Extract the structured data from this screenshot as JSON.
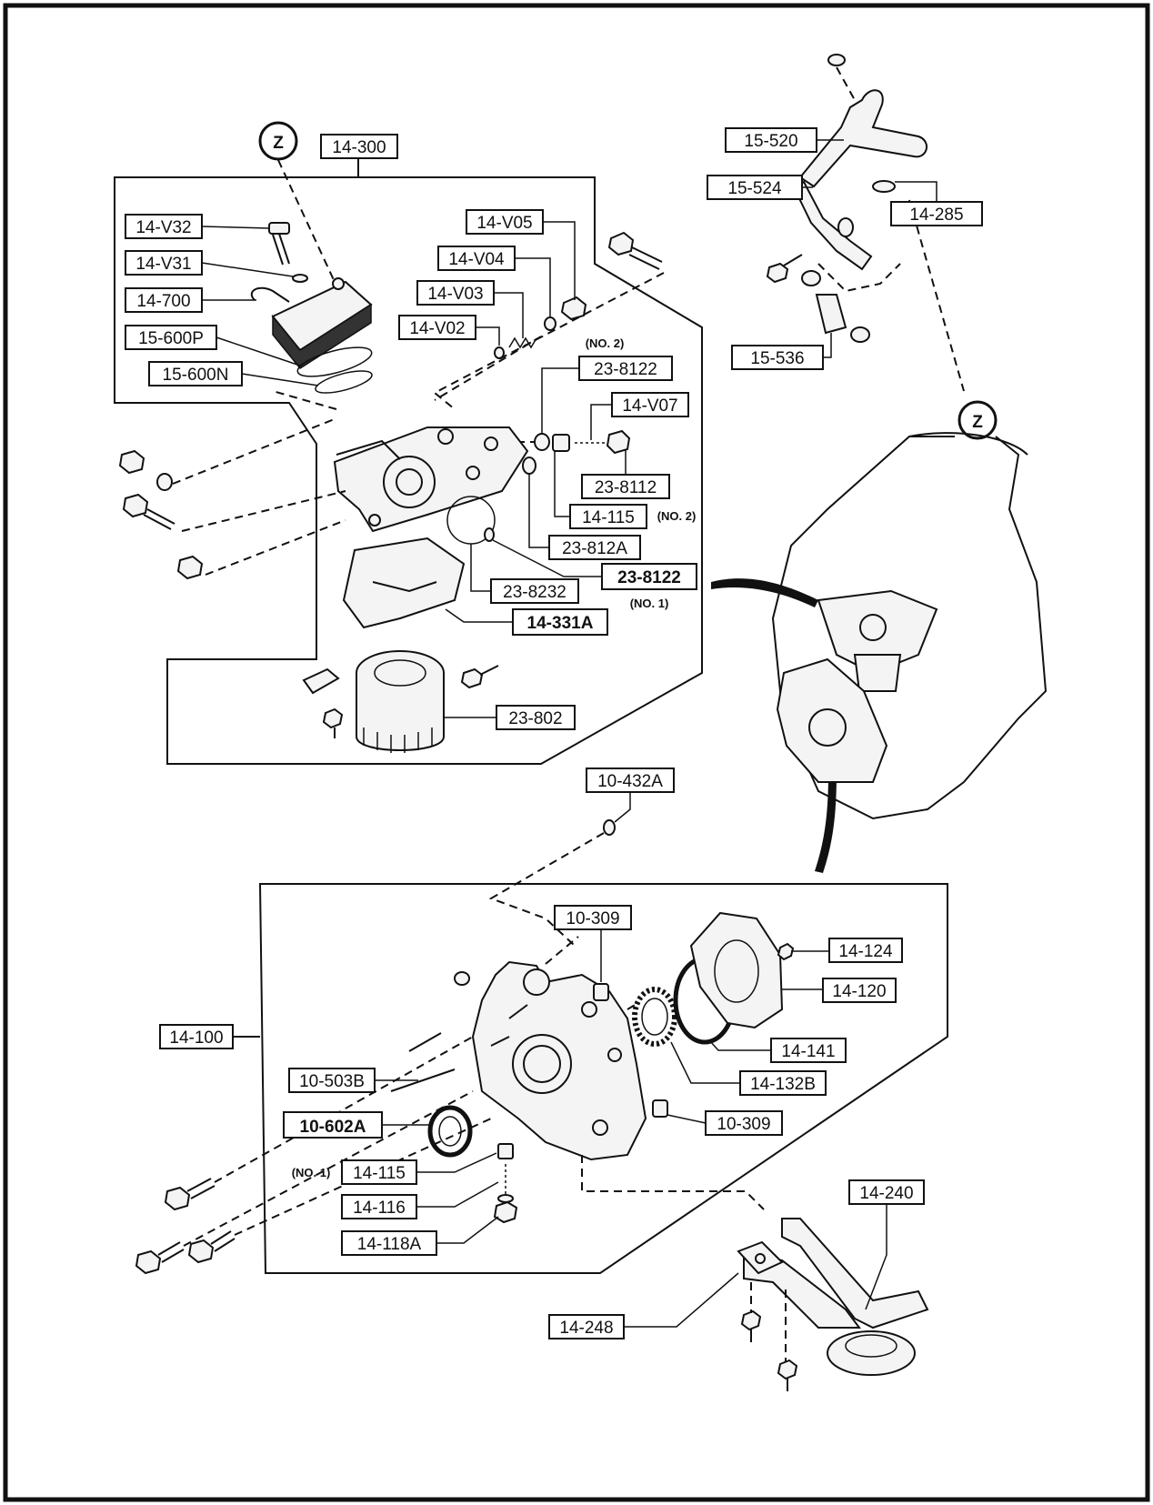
{
  "marker": "Z",
  "labels": {
    "p14_300": "14-300",
    "p14_V32": "14-V32",
    "p14_V31": "14-V31",
    "p14_700": "14-700",
    "p15_600P": "15-600P",
    "p15_600N": "15-600N",
    "p14_V05": "14-V05",
    "p14_V04": "14-V04",
    "p14_V03": "14-V03",
    "p14_V02": "14-V02",
    "p23_8122_top": "23-8122",
    "p14_V07": "14-V07",
    "p23_8112": "23-8112",
    "p14_115_top": "14-115",
    "p23_812A": "23-812A",
    "p23_8232": "23-8232",
    "p23_8122_bottom": "23-8122",
    "p14_331A": "14-331A",
    "p23_802": "23-802",
    "p15_520": "15-520",
    "p15_524": "15-524",
    "p14_285": "14-285",
    "p15_536": "15-536",
    "p10_432A": "10-432A",
    "p10_309_top": "10-309",
    "p14_124": "14-124",
    "p14_120": "14-120",
    "p14_100": "14-100",
    "p14_141": "14-141",
    "p10_503B": "10-503B",
    "p14_132B": "14-132B",
    "p10_602A": "10-602A",
    "p10_309_right": "10-309",
    "p14_115_bottom": "14-115",
    "p14_116": "14-116",
    "p14_118A": "14-118A",
    "p14_240": "14-240",
    "p14_248": "14-248"
  },
  "notes": {
    "no2_a": "(NO. 2)",
    "no2_b": "(NO. 2)",
    "no1_a": "(NO. 1)",
    "no1_b": "(NO. 1)"
  }
}
